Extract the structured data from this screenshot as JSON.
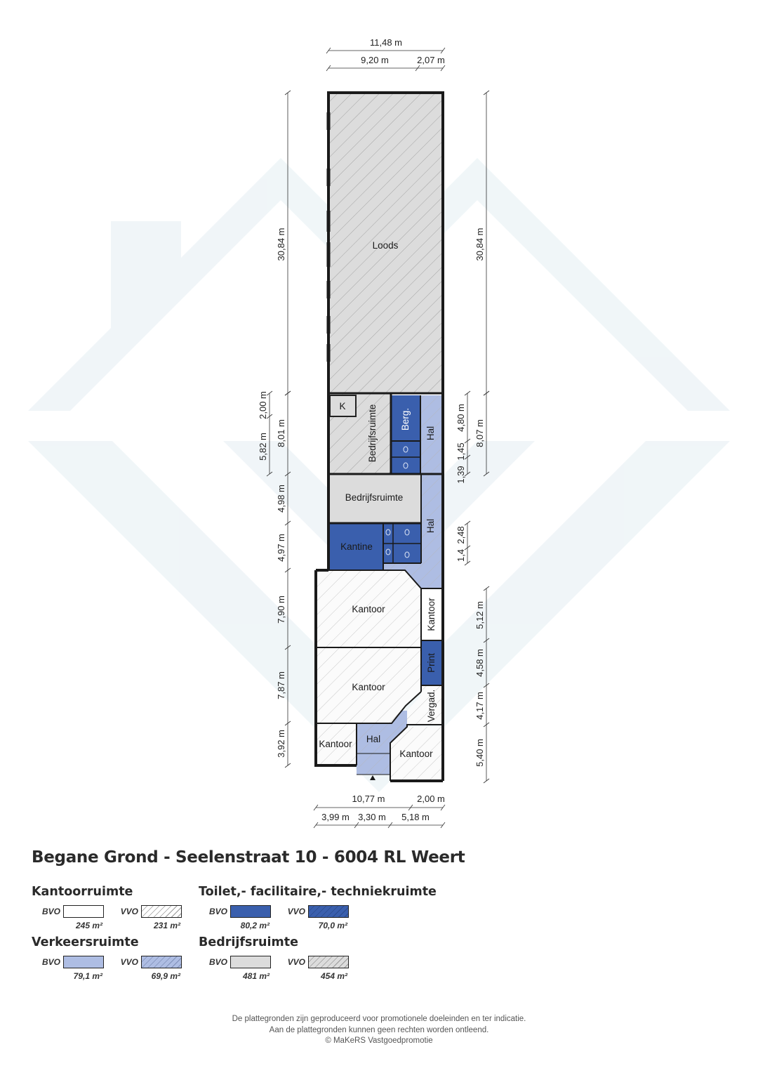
{
  "rooms": {
    "loods": "Loods",
    "k": "K",
    "bedrijfsruimte_1": "Bedrijfsruimte",
    "berg": "Berg.",
    "hal_1": "Hal",
    "bedrijfsruimte_2": "Bedrijfsruimte",
    "kantine": "Kantine",
    "hal_2": "Hal",
    "kantoor_1": "Kantoor",
    "kantoor_2": "Kantoor",
    "kantoor_3": "Kantoor",
    "print": "Print",
    "vergad": "Vergad.",
    "kantoor_4": "Kantoor",
    "hal_3": "Hal",
    "kantoor_5": "Kantoor"
  },
  "dimensions": {
    "top_total": "11,48 m",
    "top_left": "9,20 m",
    "top_right": "2,07 m",
    "left_loods": "30,84 m",
    "right_loods": "30,84 m",
    "left_k": "2,00 m",
    "left_582": "5,82 m",
    "left_801": "8,01 m",
    "left_498": "4,98 m",
    "left_497": "4,97 m",
    "left_790": "7,90 m",
    "left_787": "7,87 m",
    "left_392": "3,92 m",
    "right_480": "4,80 m",
    "right_807": "8,07 m",
    "right_139": "1,39",
    "right_145": "1,45",
    "right_14": "1,4",
    "right_248": "2,48",
    "right_512": "5,12 m",
    "right_458": "4,58 m",
    "right_417": "4,17 m",
    "right_540": "5,40 m",
    "bottom_1077": "10,77 m",
    "bottom_200": "2,00 m",
    "bottom_399": "3,99 m",
    "bottom_330": "3,30 m",
    "bottom_518": "5,18 m"
  },
  "title": "Begane Grond - Seelenstraat 10 - 6004 RL Weert",
  "legend": [
    {
      "heading": "Kantoorruimte",
      "bvo": "245 m²",
      "vvo": "231 m²",
      "color": "#ffffff"
    },
    {
      "heading": "Toilet,- facilitaire,- techniekruimte",
      "bvo": "80,2 m²",
      "vvo": "70,0 m²",
      "color": "#3a5fad"
    },
    {
      "heading": "Verkeersruimte",
      "bvo": "79,1 m²",
      "vvo": "69,9 m²",
      "color": "#aebde3"
    },
    {
      "heading": "Bedrijfsruimte",
      "bvo": "481 m²",
      "vvo": "454 m²",
      "color": "#dcdcdc"
    }
  ],
  "legend_codes": {
    "bvo": "BVO",
    "vvo": "VVO"
  },
  "footer": [
    "De plattegronden zijn geproduceerd voor promotionele doeleinden en ter indicatie.",
    "Aan de plattegronden kunnen geen rechten worden ontleend.",
    "© MaKeRS Vastgoedpromotie"
  ]
}
